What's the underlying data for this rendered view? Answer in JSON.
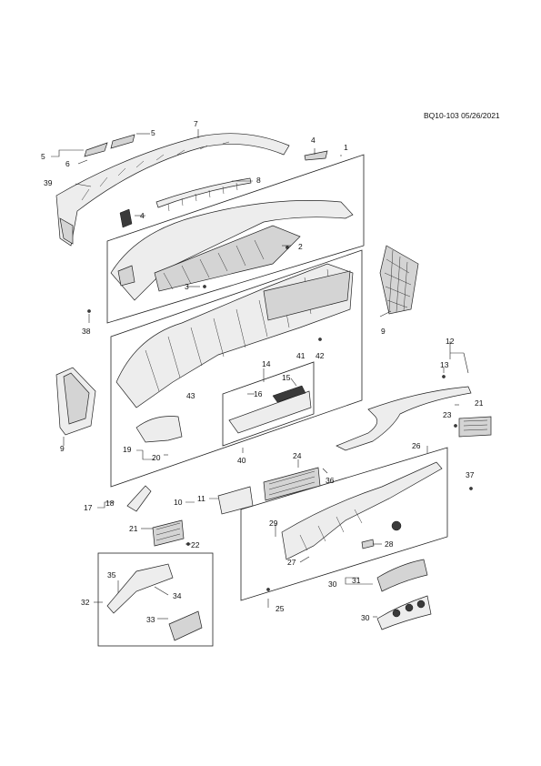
{
  "header": {
    "drawing_ref": "BQ10-103 05/26/2021"
  },
  "callouts": {
    "c1": "1",
    "c2": "2",
    "c3": "3",
    "c4a": "4",
    "c4b": "4",
    "c5a": "5",
    "c5b": "5",
    "c6": "6",
    "c7": "7",
    "c8": "8",
    "c9a": "9",
    "c9b": "9",
    "c10": "10",
    "c11": "11",
    "c12": "12",
    "c13": "13",
    "c14": "14",
    "c15": "15",
    "c16": "16",
    "c17": "17",
    "c18": "18",
    "c19": "19",
    "c20": "20",
    "c21a": "21",
    "c21b": "21",
    "c22": "22",
    "c23": "23",
    "c24": "24",
    "c25": "25",
    "c26": "26",
    "c27": "27",
    "c28": "28",
    "c29": "29",
    "c30a": "30",
    "c30b": "30",
    "c31": "31",
    "c32": "32",
    "c33": "33",
    "c34": "34",
    "c35": "35",
    "c36": "36",
    "c37": "37",
    "c38": "38",
    "c39": "39",
    "c40": "40",
    "c41": "41",
    "c42": "42",
    "c43": "43"
  }
}
